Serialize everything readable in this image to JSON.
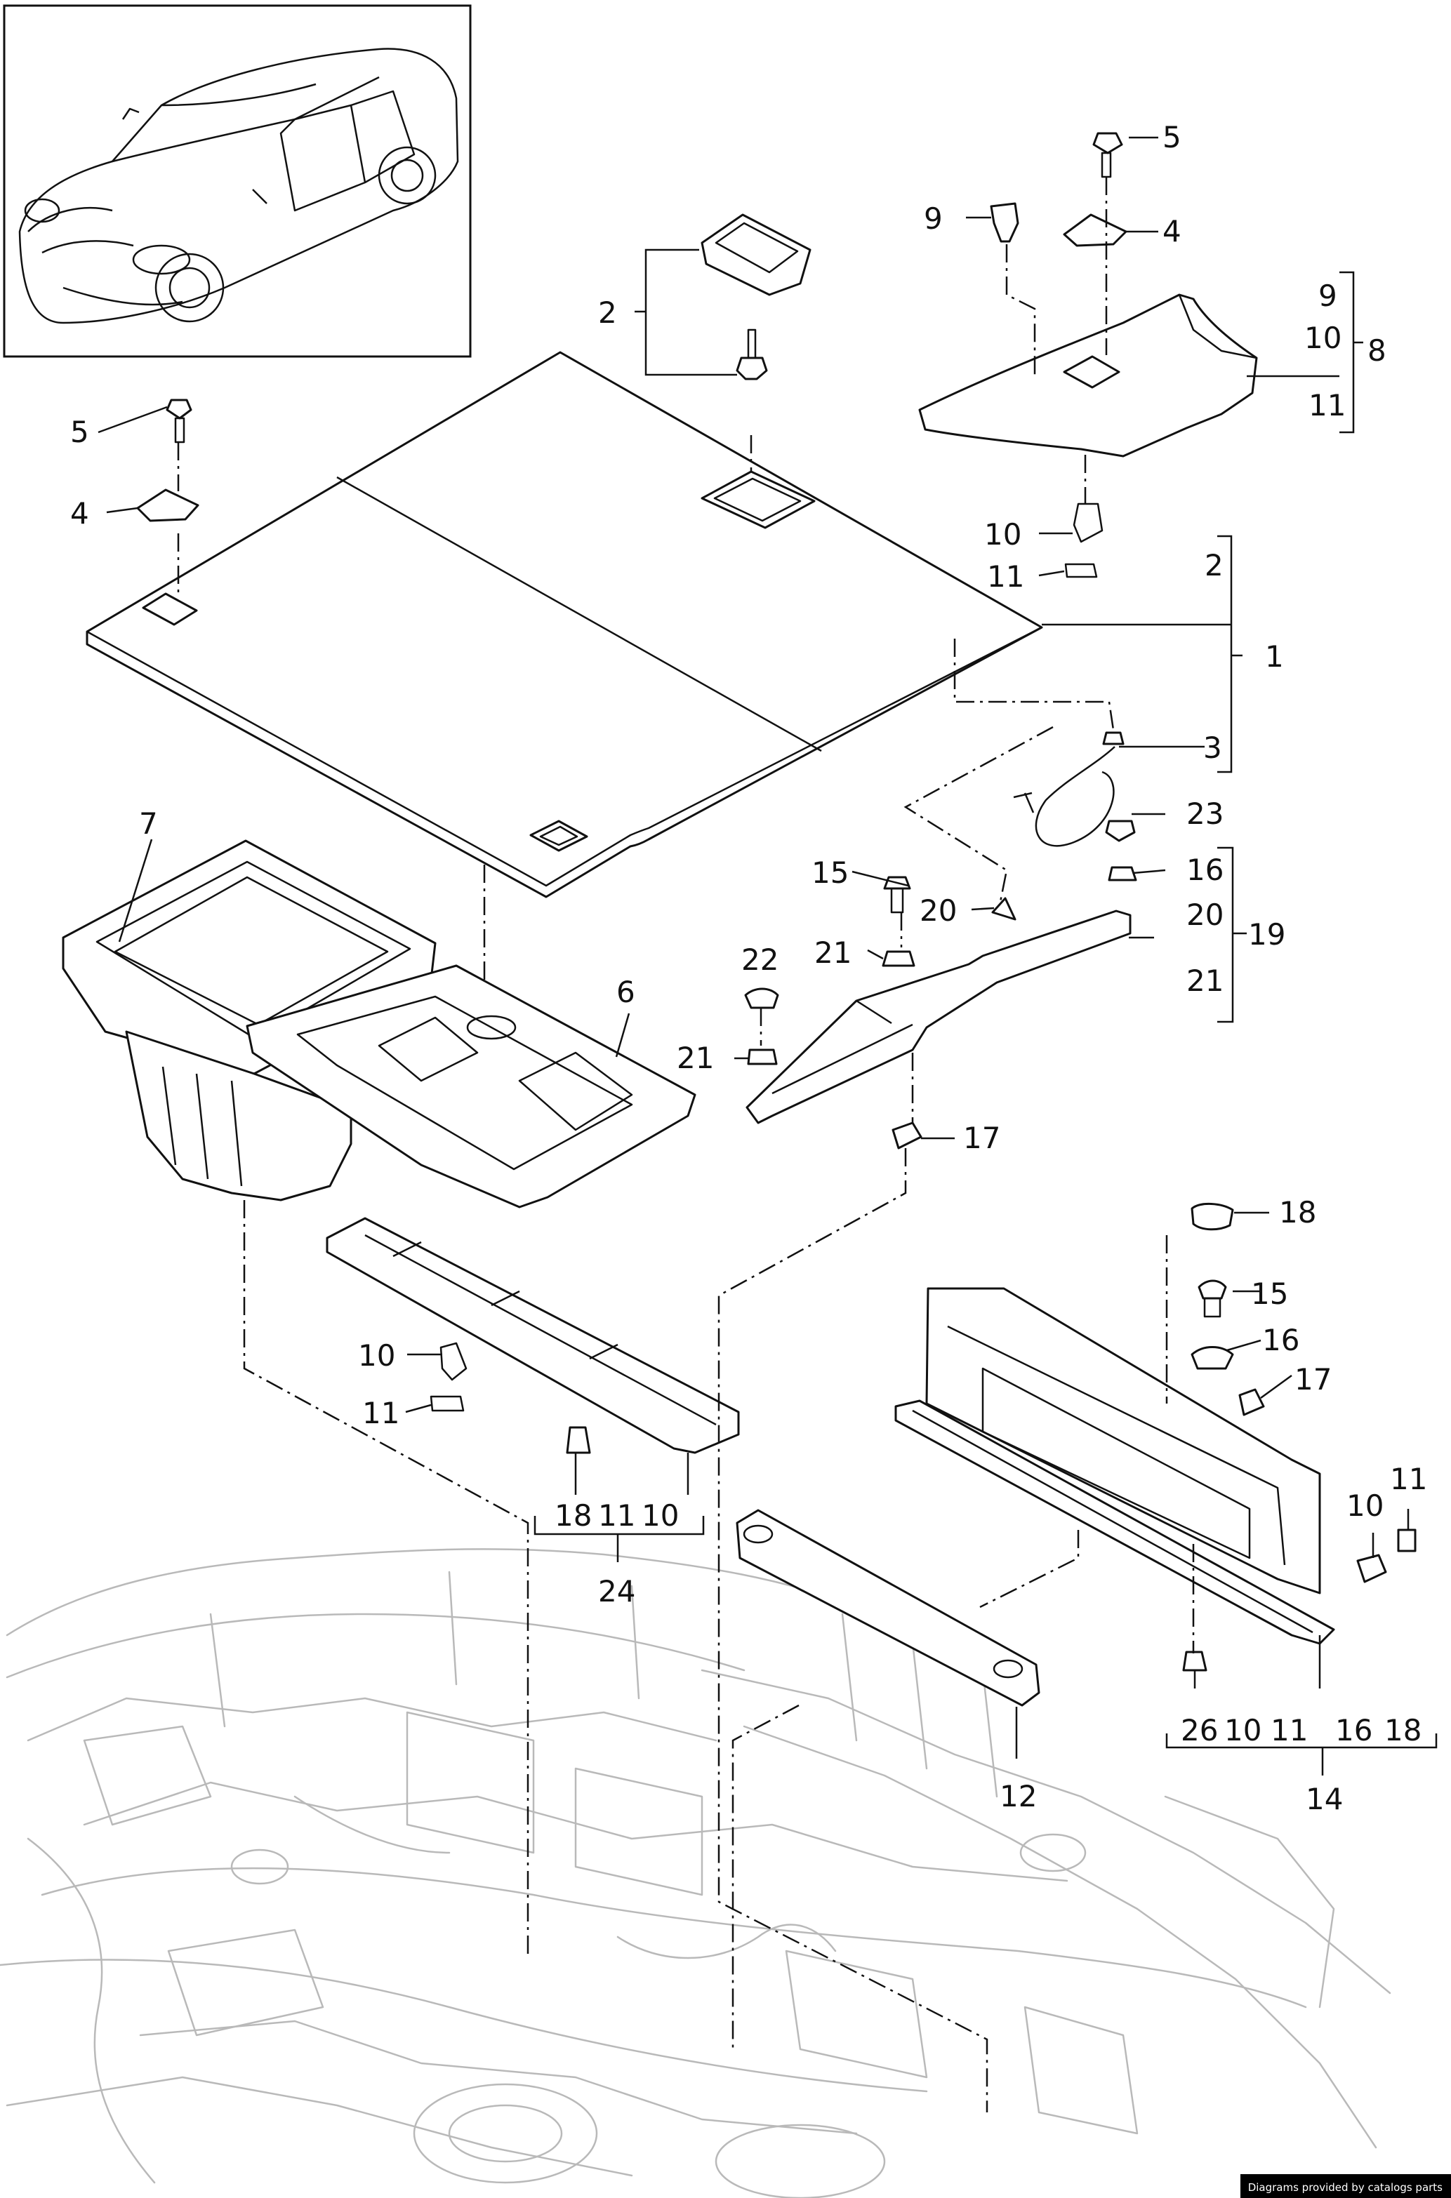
{
  "diagram": {
    "footer": "Diagrams provided by catalogs parts",
    "colors": {
      "line": "#111111",
      "background_vehicle": "#b9b9b9",
      "badge": "#000000"
    },
    "callouts": {
      "c5a": "5",
      "c9a": "9",
      "c4a": "4",
      "c9b": "9",
      "c10b": "10",
      "c8": "8",
      "c11b": "11",
      "c2a": "2",
      "c5b": "5",
      "c4b": "4",
      "c10c": "10",
      "c11c": "11",
      "c2b": "2",
      "c1": "1",
      "c3": "3",
      "c23": "23",
      "c7": "7",
      "c15a": "15",
      "c16a": "16",
      "c20a": "20",
      "c20b": "20",
      "c19": "19",
      "c22": "22",
      "c21a": "21",
      "c21b": "21",
      "c21c": "21",
      "c6": "6",
      "c17a": "17",
      "c18a": "18",
      "c15b": "15",
      "c16b": "16",
      "c17b": "17",
      "c10d": "10",
      "c11d": "11",
      "c10e": "10",
      "c11e": "11",
      "c18b": "18",
      "c11f": "11",
      "c10f": "10",
      "c24": "24",
      "c12": "12",
      "c26": "26",
      "c10g": "10",
      "c11g": "11",
      "c16c": "16",
      "c18c": "18",
      "c14": "14"
    }
  }
}
